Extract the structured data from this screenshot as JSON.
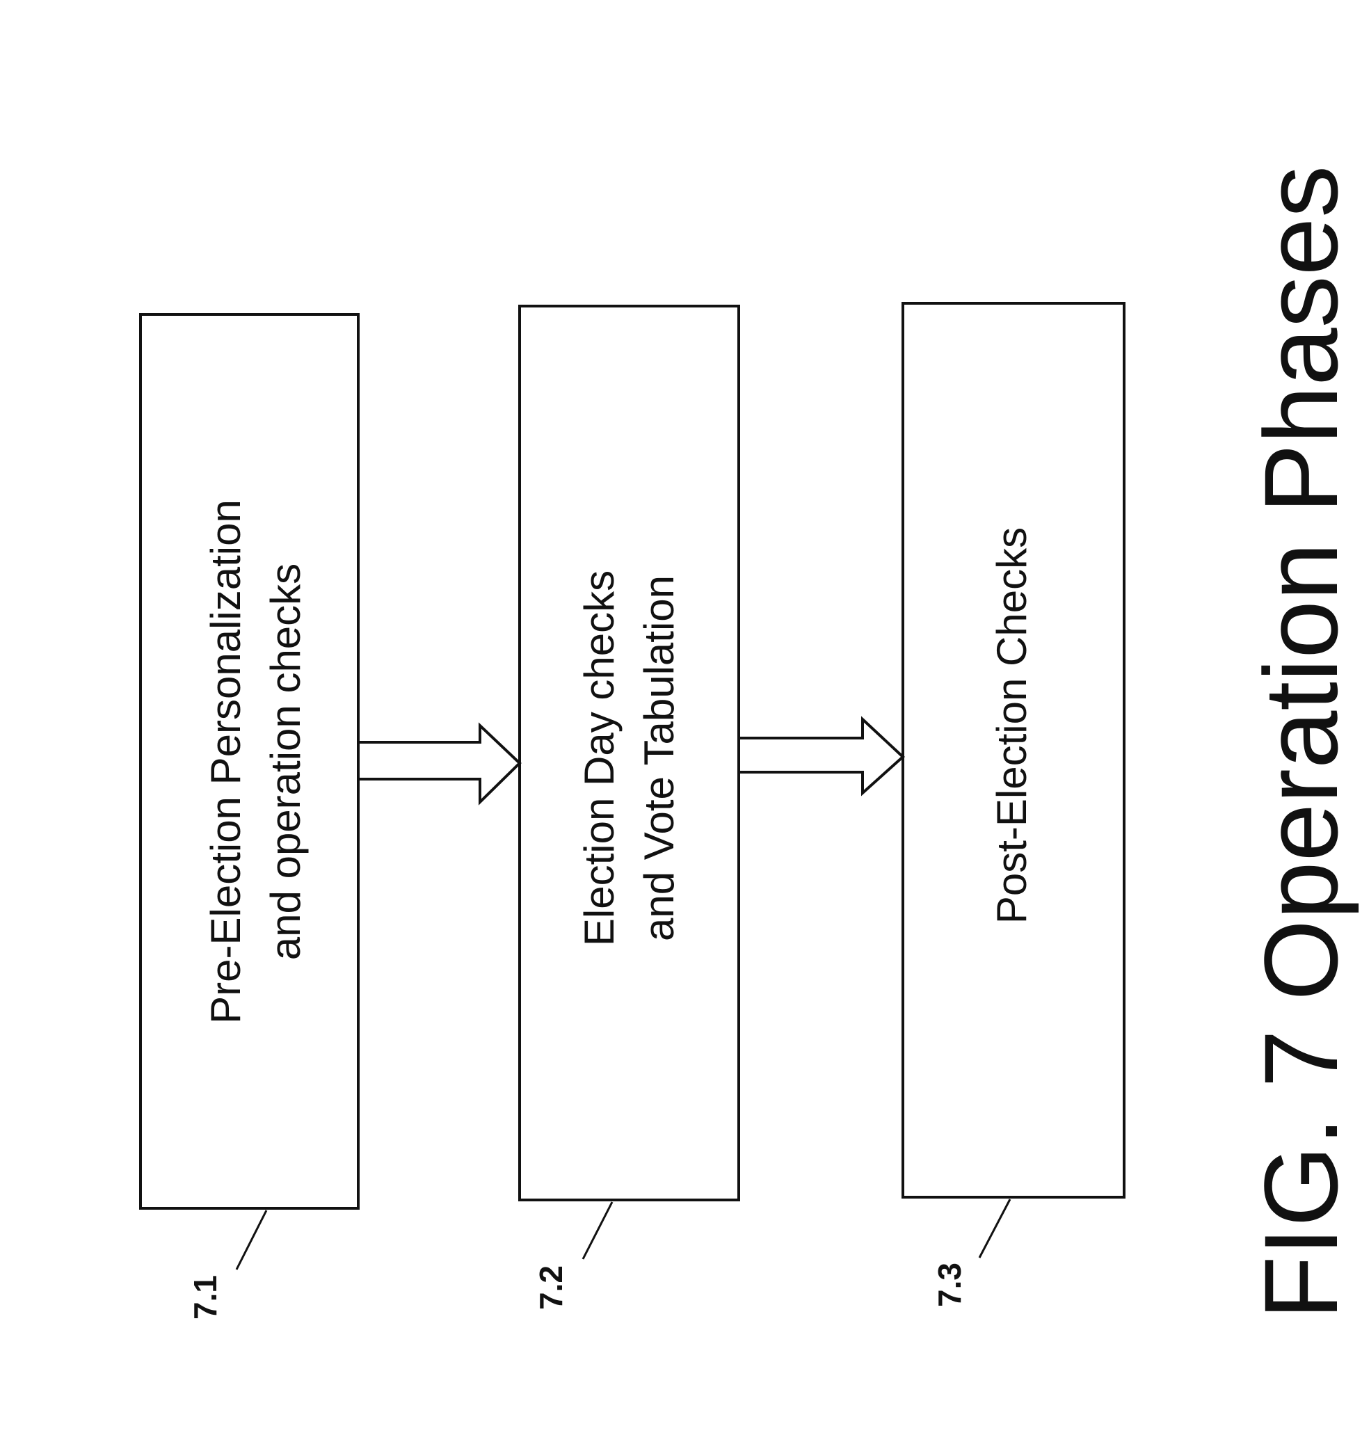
{
  "figure": {
    "title": "FIG. 7   Operation Phases",
    "colors": {
      "ink": "#111111",
      "background": "#ffffff"
    }
  },
  "boxes": [
    {
      "ref": "7.1",
      "lines": [
        "Pre-Election Personalization",
        "and operation checks"
      ]
    },
    {
      "ref": "7.2",
      "lines": [
        "Election Day checks",
        "and Vote Tabulation"
      ]
    },
    {
      "ref": "7.3",
      "lines": [
        "Post-Election Checks"
      ]
    }
  ],
  "arrows": [
    {
      "from": "7.1",
      "to": "7.2"
    },
    {
      "from": "7.2",
      "to": "7.3"
    }
  ]
}
